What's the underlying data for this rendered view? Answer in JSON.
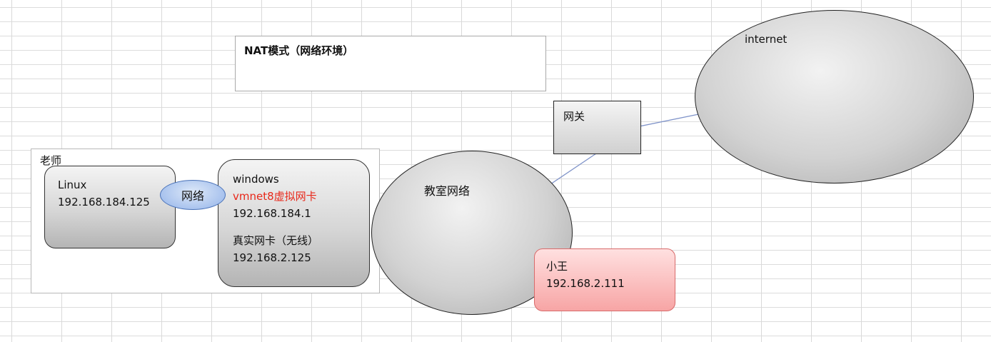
{
  "title": "NAT模式（网络环境）",
  "teacher": {
    "label": "老师",
    "linux": {
      "name": "Linux",
      "ip": "192.168.184.125"
    },
    "network_label": "网络",
    "windows": {
      "name": "windows",
      "virtual_nic_label": "vmnet8虚拟网卡",
      "virtual_nic_ip": "192.168.184.1",
      "real_nic_label": "真实网卡（无线）",
      "real_nic_ip": "192.168.2.125"
    }
  },
  "classroom": {
    "label": "教室网络"
  },
  "gateway": {
    "label": "网关"
  },
  "internet": {
    "label": "internet"
  },
  "xiaowang": {
    "name": "小王",
    "ip": "192.168.2.111"
  },
  "colors": {
    "highlight_text": "#e8281a",
    "connector": "#7f93c9",
    "network_fill": "#a9c3ee",
    "xiaowang_fill": "#f7a5a5"
  }
}
